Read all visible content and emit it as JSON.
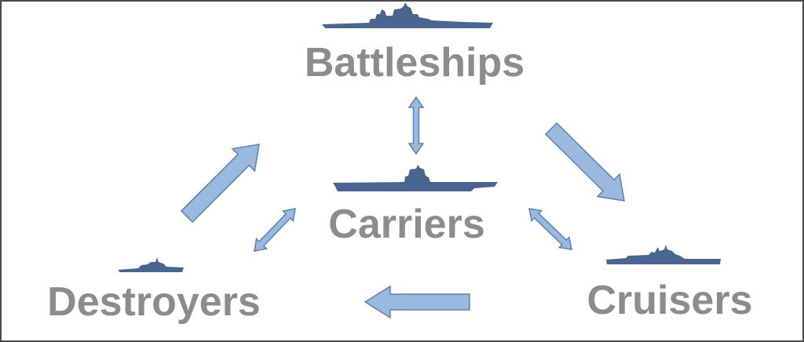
{
  "diagram": {
    "nodes": {
      "battleships": "Battleships",
      "carriers": "Carriers",
      "destroyers": "Destroyers",
      "cruisers": "Cruisers"
    },
    "colors": {
      "label": "#8c8c8c",
      "ship": "#4a6690",
      "arrow_fill": "#9ab9de",
      "arrow_stroke": "#5c80b2"
    },
    "edges": [
      {
        "from": "Battleships",
        "to": "Carriers",
        "type": "bidirectional"
      },
      {
        "from": "Destroyers",
        "to": "Battleships",
        "type": "directed"
      },
      {
        "from": "Battleships",
        "to": "Cruisers",
        "type": "directed"
      },
      {
        "from": "Carriers",
        "to": "Destroyers",
        "type": "bidirectional"
      },
      {
        "from": "Carriers",
        "to": "Cruisers",
        "type": "bidirectional"
      },
      {
        "from": "Cruisers",
        "to": "Destroyers",
        "type": "directed"
      }
    ]
  }
}
